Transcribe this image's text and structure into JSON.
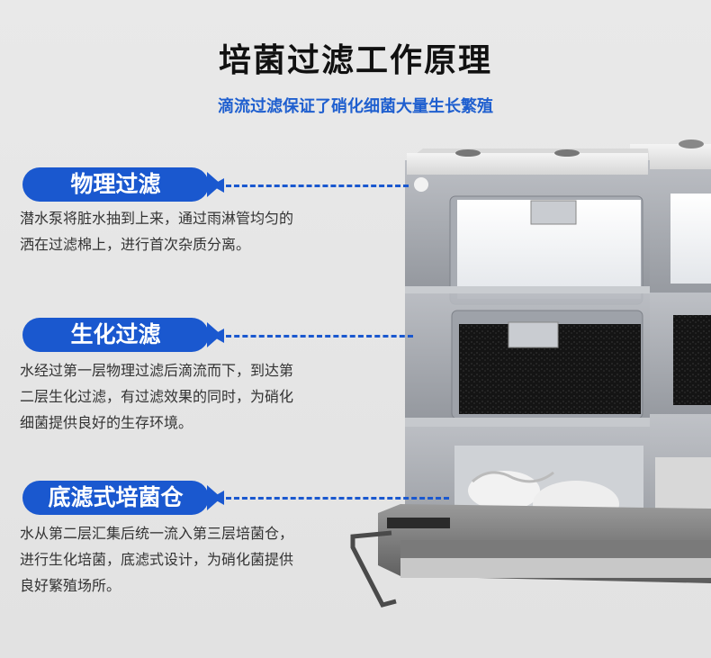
{
  "header": {
    "title": "培菌过滤工作原理",
    "subtitle": "滴流过滤保证了硝化细菌大量生长繁殖"
  },
  "sections": [
    {
      "label": "物理过滤",
      "description": "潜水泵将脏水抽到上来，通过雨淋管均匀的洒在过滤棉上，进行首次杂质分离。"
    },
    {
      "label": "生化过滤",
      "description": "水经过第一层物理过滤后滴流而下，到达第二层生化过滤，有过滤效果的同时，为硝化细菌提供良好的生存环境。"
    },
    {
      "label": "底滤式培菌仓",
      "description": "水从第二层汇集后统一流入第三层培菌仓，进行生化培菌，底滤式设计，为硝化菌提供良好繁殖场所。"
    }
  ],
  "colors": {
    "accent": "#1a58cf",
    "background": "#e6e6e6",
    "text": "#333333"
  }
}
